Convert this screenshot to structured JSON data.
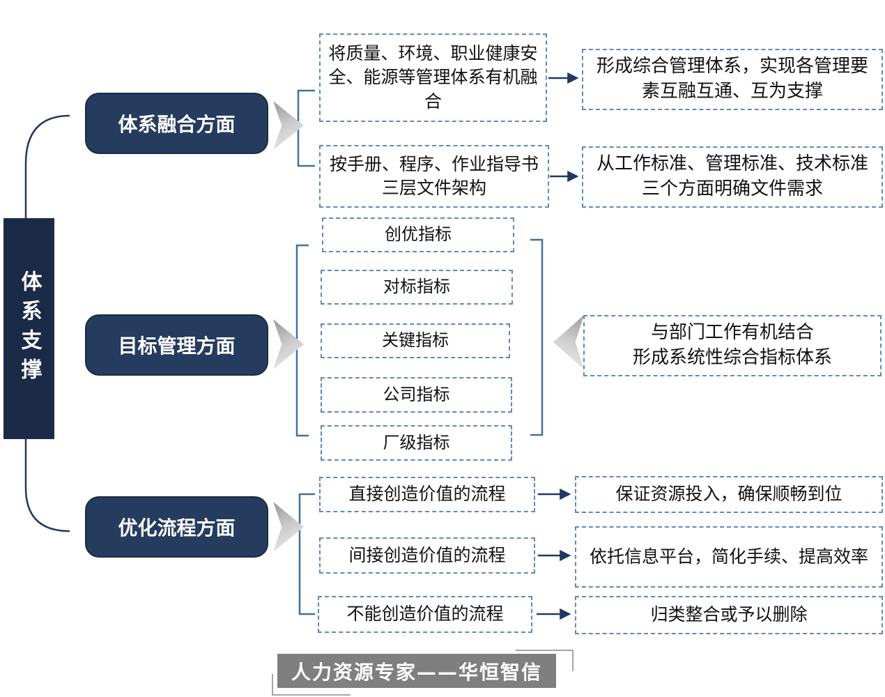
{
  "title": "体系支撑",
  "colors": {
    "root_box": "#1B2A47",
    "section_box": "#253C5F",
    "dashed_border": "#5C8BB9",
    "bracket_line": "#41719C",
    "arrow_line": "#1F3864",
    "chevron_gray": "#9B9B9B",
    "footer_gray": "#7F7F7F"
  },
  "sections": [
    {
      "label": "体系融合方面",
      "rows": [
        {
          "left": "将质量、环境、职业健康安全、能源等管理体系有机融合",
          "right": "形成综合管理体系，实现各管理要素互融互通、互为支撑"
        },
        {
          "left": "按手册、程序、作业指导书三层文件架构",
          "right": "从工作标准、管理标准、技术标准三个方面明确文件需求"
        }
      ]
    },
    {
      "label": "目标管理方面",
      "indicators": [
        "创优指标",
        "对标指标",
        "关键指标",
        "公司指标",
        "厂级指标"
      ],
      "summary_line1": "与部门工作有机结合",
      "summary_line2": "形成系统性综合指标体系"
    },
    {
      "label": "优化流程方面",
      "rows": [
        {
          "left": "直接创造价值的流程",
          "right": "保证资源投入，确保顺畅到位"
        },
        {
          "left": "间接创造价值的流程",
          "right": "依托信息平台，简化手续、提高效率"
        },
        {
          "left": "不能创造价值的流程",
          "right": "归类整合或予以删除"
        }
      ]
    }
  ],
  "footer": {
    "text": "人力资源专家——华恒智信"
  }
}
